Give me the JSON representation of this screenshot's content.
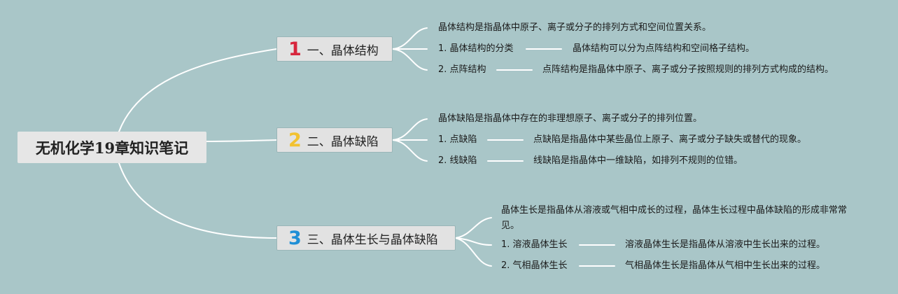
{
  "root": {
    "title": "无机化学19章知识笔记"
  },
  "branches": [
    {
      "number": "1",
      "number_color": "#d7263d",
      "label": "一、晶体结构",
      "intro": "晶体结构是指晶体中原子、离子或分子的排列方式和空间位置关系。",
      "items": [
        {
          "label": "1. 晶体结构的分类",
          "detail": "晶体结构可以分为点阵结构和空间格子结构。"
        },
        {
          "label": "2. 点阵结构",
          "detail": "点阵结构是指晶体中原子、离子或分子按照规则的排列方式构成的结构。"
        }
      ]
    },
    {
      "number": "2",
      "number_color": "#f2c230",
      "label": "二、晶体缺陷",
      "intro": "晶体缺陷是指晶体中存在的非理想原子、离子或分子的排列位置。",
      "items": [
        {
          "label": "1. 点缺陷",
          "detail": "点缺陷是指晶体中某些晶位上原子、离子或分子缺失或替代的现象。"
        },
        {
          "label": "2. 线缺陷",
          "detail": "线缺陷是指晶体中一维缺陷，如排列不规则的位错。"
        }
      ]
    },
    {
      "number": "3",
      "number_color": "#1f8fd6",
      "label": "三、晶体生长与晶体缺陷",
      "intro": "晶体生长是指晶体从溶液或气相中成长的过程，晶体生长过程中晶体缺陷的形成非常常见。",
      "items": [
        {
          "label": "1. 溶液晶体生长",
          "detail": "溶液晶体生长是指晶体从溶液中生长出来的过程。"
        },
        {
          "label": "2. 气相晶体生长",
          "detail": "气相晶体生长是指晶体从气相中生长出来的过程。"
        }
      ]
    }
  ]
}
